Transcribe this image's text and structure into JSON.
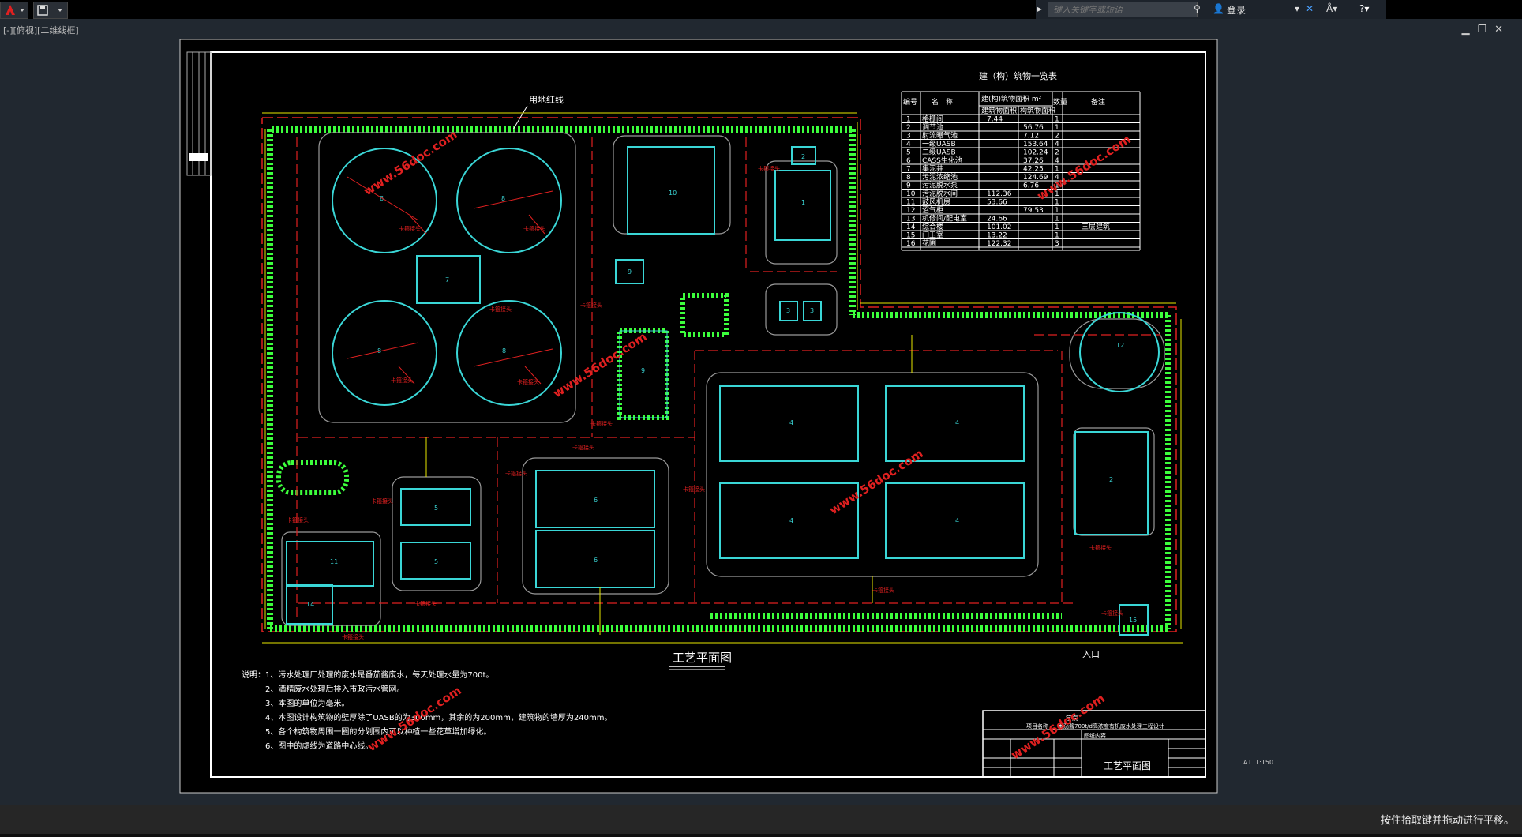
{
  "topbar": {
    "search_placeholder": "键入关键字或短语",
    "login_label": "登录",
    "help_icon": "question-icon"
  },
  "viewport": {
    "label": "[-][俯视][二维线框]",
    "scale": "1:150",
    "scale_prefix": "A1"
  },
  "drawing": {
    "title": "工艺平面图",
    "red_line_label": "用地红线",
    "entrance_label": "入口",
    "watermark": "www.56doc.com",
    "table": {
      "title": "建（构）筑物一览表",
      "headers": [
        "编号",
        "名　称",
        "建(构)筑物面积 m²",
        "数量",
        "备注"
      ],
      "subheaders": [
        "建筑物面积",
        "构筑物面积"
      ],
      "rows": [
        {
          "no": "1",
          "name": "格栅间",
          "building": "7.44",
          "structure": "",
          "qty": "1",
          "note": ""
        },
        {
          "no": "2",
          "name": "调节池",
          "building": "",
          "structure": "56.76",
          "qty": "1",
          "note": ""
        },
        {
          "no": "3",
          "name": "射流曝气池",
          "building": "",
          "structure": "7.12",
          "qty": "2",
          "note": ""
        },
        {
          "no": "4",
          "name": "一级UASB",
          "building": "",
          "structure": "153.64",
          "qty": "4",
          "note": ""
        },
        {
          "no": "5",
          "name": "二级UASB",
          "building": "",
          "structure": "102.24",
          "qty": "2",
          "note": ""
        },
        {
          "no": "6",
          "name": "CASS生化池",
          "building": "",
          "structure": "37.26",
          "qty": "4",
          "note": ""
        },
        {
          "no": "7",
          "name": "集泥井",
          "building": "",
          "structure": "42.25",
          "qty": "1",
          "note": ""
        },
        {
          "no": "8",
          "name": "污泥浓缩池",
          "building": "",
          "structure": "124.69",
          "qty": "4",
          "note": ""
        },
        {
          "no": "9",
          "name": "污泥脱水泵",
          "building": "",
          "structure": "6.76",
          "qty": "1",
          "note": ""
        },
        {
          "no": "10",
          "name": "污泥脱水间",
          "building": "112.36",
          "structure": "",
          "qty": "1",
          "note": ""
        },
        {
          "no": "11",
          "name": "鼓风机房",
          "building": "53.66",
          "structure": "",
          "qty": "1",
          "note": ""
        },
        {
          "no": "12",
          "name": "沼气柜",
          "building": "",
          "structure": "79.53",
          "qty": "1",
          "note": ""
        },
        {
          "no": "13",
          "name": "机修间/配电室",
          "building": "24.66",
          "structure": "",
          "qty": "1",
          "note": ""
        },
        {
          "no": "14",
          "name": "综合楼",
          "building": "101.02",
          "structure": "",
          "qty": "1",
          "note": "三层建筑"
        },
        {
          "no": "15",
          "name": "门卫室",
          "building": "13.22",
          "structure": "",
          "qty": "1",
          "note": ""
        },
        {
          "no": "16",
          "name": "花圃",
          "building": "122.32",
          "structure": "",
          "qty": "3",
          "note": ""
        }
      ]
    },
    "notes_title": "说明：",
    "notes": [
      "1、污水处理厂处理的废水是番茄酱废水，每天处理水量为700t。",
      "2、酒精废水处理后排入市政污水管网。",
      "3、本图的单位为毫米。",
      "4、本图设计构筑物的壁厚除了UASB的为300mm，其余的为200mm，建筑物的墙厚为240mm。",
      "5、各个构筑物周围一圈的分划围内可以种植一些花草增加绿化。",
      "6、图中的虚线为道路中心线。"
    ],
    "titleblock": {
      "school_label": "学院",
      "project_label": "项目名称",
      "project": "番茄酱700t/d高浓度有机废水处理工程设计",
      "drawing_content_label": "图纸内容",
      "drawing_name": "工艺平面图"
    }
  },
  "status": {
    "text": "按住拾取键并拖动进行平移。"
  },
  "colors": {
    "background": "#212830",
    "paper": "#000000",
    "green": "#3cff3c",
    "cyan": "#3ad6d6",
    "red": "#e02020",
    "yellow": "#e8e800"
  }
}
